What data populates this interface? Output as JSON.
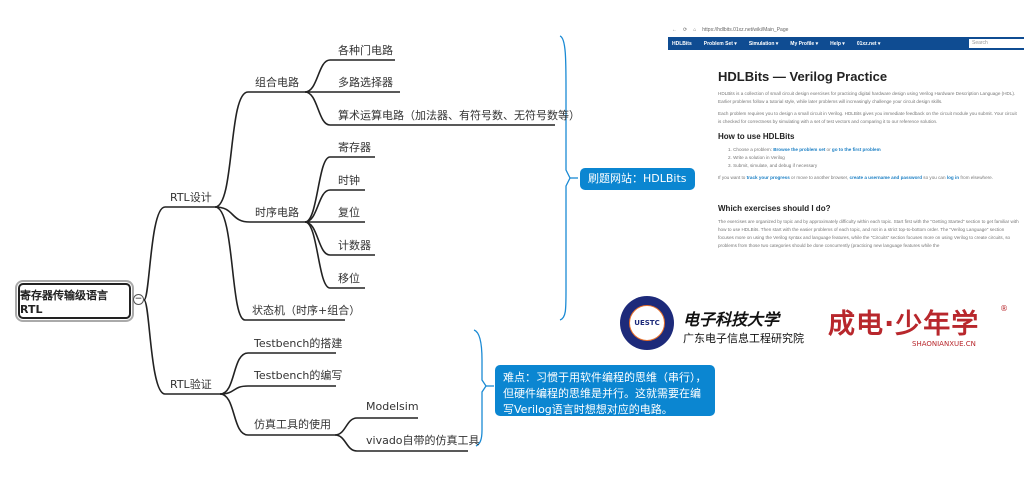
{
  "mindmap": {
    "root": "寄存器传输级语言RTL",
    "collapse_symbol": "−",
    "rtl_design": {
      "label": "RTL设计",
      "comb": {
        "label": "组合电路",
        "children": [
          "各种门电路",
          "多路选择器",
          "算术运算电路（加法器、有符号数、无符号数等）"
        ]
      },
      "seq": {
        "label": "时序电路",
        "children": [
          "寄存器",
          "时钟",
          "复位",
          "计数器",
          "移位"
        ]
      },
      "fsm": "状态机（时序+组合）"
    },
    "rtl_verify": {
      "label": "RTL验证",
      "children": [
        "Testbench的搭建",
        "Testbench的编写"
      ],
      "sim": {
        "label": "仿真工具的使用",
        "children": [
          "Modelsim",
          "vivado自带的仿真工具"
        ]
      }
    },
    "note_site": "刷题网站：HDLBits",
    "note_difficulty": "难点：习惯于用软件编程的思维（串行），但硬件编程的思维是并行。这就需要在编写Verilog语言时想想对应的电路。"
  },
  "browser": {
    "url": "https://hdlbits.01xz.net/wiki/Main_Page",
    "nav": [
      "HDLBits",
      "Problem Set ▾",
      "Simulation ▾",
      "My Profile ▾",
      "Help ▾",
      "01xz.net ▾"
    ],
    "search_placeholder": "Search",
    "title": "HDLBits — Verilog Practice",
    "intro1": "HDLBits is a collection of small circuit design exercises for practicing digital hardware design using Verilog Hardware Description Language (HDL). Earlier problems follow a tutorial style, while later problems will increasingly challenge your circuit design skills.",
    "intro2": "Each problem requires you to design a small circuit in Verilog. HDLBits gives you immediate feedback on the circuit module you submit. Your circuit is checked for correctness by simulating with a set of test vectors and comparing it to our reference solution.",
    "how_title": "How to use HDLBits",
    "steps": [
      "1. Choose a problem: ",
      "Browse the problem set",
      " or ",
      "go to the first problem",
      "2. Write a solution in Verilog",
      "3. Submit, simulate, and debug if necessary"
    ],
    "track": [
      "If you want to ",
      "track your progress",
      " or move to another browser, ",
      "create a username and password",
      " so you can ",
      "log in",
      " from elsewhere."
    ],
    "which_title": "Which exercises should I do?",
    "which_text": "The exercises are organized by topic and by approximately difficulty within each topic. Start first with the \"Getting Started\" section to get familiar with how to use HDLBits. Then start with the easier problems of each topic, and not in a strict top-to-bottom order. The \"Verilog Language\" section focuses more on using the Verilog syntax and language features, while the \"Circuits\" section focuses more on using Verilog to create circuits, so problems from those two categories should be done concurrently (practicing new language features while the"
  },
  "logos": {
    "uestc_seal": "UESTC 1956",
    "uestc_name": "电子科技大学",
    "uestc_sub": "广东电子信息工程研究院",
    "snx_name": "成电·少年学",
    "snx_reg": "®",
    "snx_url": "SHAONIANXUE.CN"
  },
  "colors": {
    "accent": "#0b86d1",
    "nav": "#0f4c92",
    "brand_red": "#b8272c"
  }
}
